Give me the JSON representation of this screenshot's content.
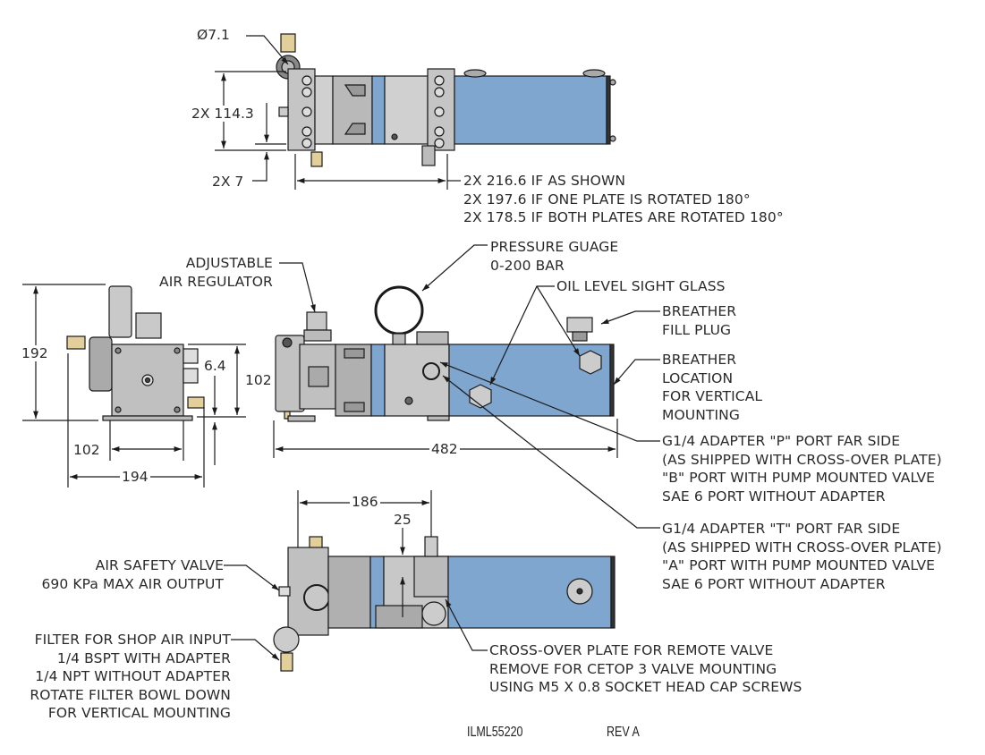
{
  "colors": {
    "reservoir_blue": "#7fa6cf",
    "body_gray": "#c8c8c8",
    "dark_gray": "#a8a8a8",
    "brass": "#e3cf9a",
    "outline": "#1a1a1a"
  },
  "top_view": {
    "dims": {
      "diameter": "Ø7.1",
      "height": "2X 114.3",
      "offset": "2X 7",
      "spacing_lines": [
        "2X 216.6 IF AS SHOWN",
        "2X 197.6 IF ONE PLATE IS ROTATED 180°",
        "2X 178.5 IF BOTH PLATES ARE ROTATED 180°"
      ]
    }
  },
  "end_view": {
    "dims": {
      "overall_height": "192",
      "body_height": "102",
      "base_offset": "6.4",
      "base_width": "102",
      "overall_width": "194"
    }
  },
  "side_view": {
    "dims": {
      "overall_length": "482"
    },
    "callouts": {
      "air_regulator": [
        "ADJUSTABLE",
        "AIR REGULATOR"
      ],
      "pressure_gauge": [
        "PRESSURE GUAGE",
        "0-200 BAR"
      ],
      "sight_glass": [
        "OIL LEVEL SIGHT GLASS"
      ],
      "breather_plug": [
        "BREATHER",
        "FILL PLUG"
      ],
      "breather_location": [
        "BREATHER",
        "LOCATION",
        "FOR VERTICAL",
        "MOUNTING"
      ],
      "p_port": [
        "G1/4 ADAPTER \"P\" PORT FAR SIDE",
        "(AS SHIPPED WITH CROSS-OVER PLATE)",
        "\"B\" PORT WITH PUMP MOUNTED VALVE",
        "SAE 6 PORT WITHOUT ADAPTER"
      ],
      "t_port": [
        "G1/4 ADAPTER \"T\" PORT FAR SIDE",
        "(AS SHIPPED WITH CROSS-OVER PLATE)",
        "\"A\" PORT WITH PUMP MOUNTED VALVE",
        "SAE 6 PORT WITHOUT ADAPTER"
      ]
    }
  },
  "bottom_view": {
    "dims": {
      "length": "186",
      "height": "25"
    },
    "callouts": {
      "air_safety": [
        "AIR SAFETY VALVE",
        "690 KPa MAX AIR OUTPUT"
      ],
      "filter": [
        "FILTER FOR SHOP AIR INPUT",
        "1/4 BSPT WITH ADAPTER",
        "1/4 NPT WITHOUT ADAPTER",
        "ROTATE FILTER BOWL DOWN",
        "FOR VERTICAL MOUNTING"
      ],
      "cross_over": [
        "CROSS-OVER PLATE FOR REMOTE VALVE",
        "REMOVE FOR CETOP 3 VALVE MOUNTING",
        "USING M5 X 0.8 SOCKET HEAD CAP SCREWS"
      ]
    }
  },
  "footer": {
    "drawing_number": "ILML55220",
    "revision": "REV A"
  }
}
